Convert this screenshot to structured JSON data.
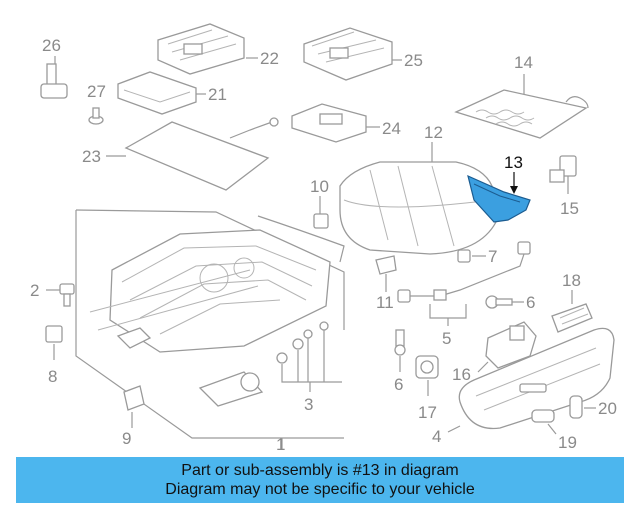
{
  "callouts": {
    "c1": "1",
    "c2": "2",
    "c3": "3",
    "c4": "4",
    "c5": "5",
    "c6a": "6",
    "c6b": "6",
    "c7": "7",
    "c8": "8",
    "c9": "9",
    "c10": "10",
    "c11": "11",
    "c12": "12",
    "c13": "13",
    "c14": "14",
    "c15": "15",
    "c16": "16",
    "c17": "17",
    "c18": "18",
    "c19": "19",
    "c20": "20",
    "c21": "21",
    "c22": "22",
    "c23": "23",
    "c24": "24",
    "c25": "25",
    "c26": "26",
    "c27": "27"
  },
  "highlight_color": "#3b9fe0",
  "banner": {
    "line1": "Part or sub-assembly is #13 in diagram",
    "line2": "Diagram may not be specific to your vehicle",
    "color": "#4cb6ee"
  }
}
